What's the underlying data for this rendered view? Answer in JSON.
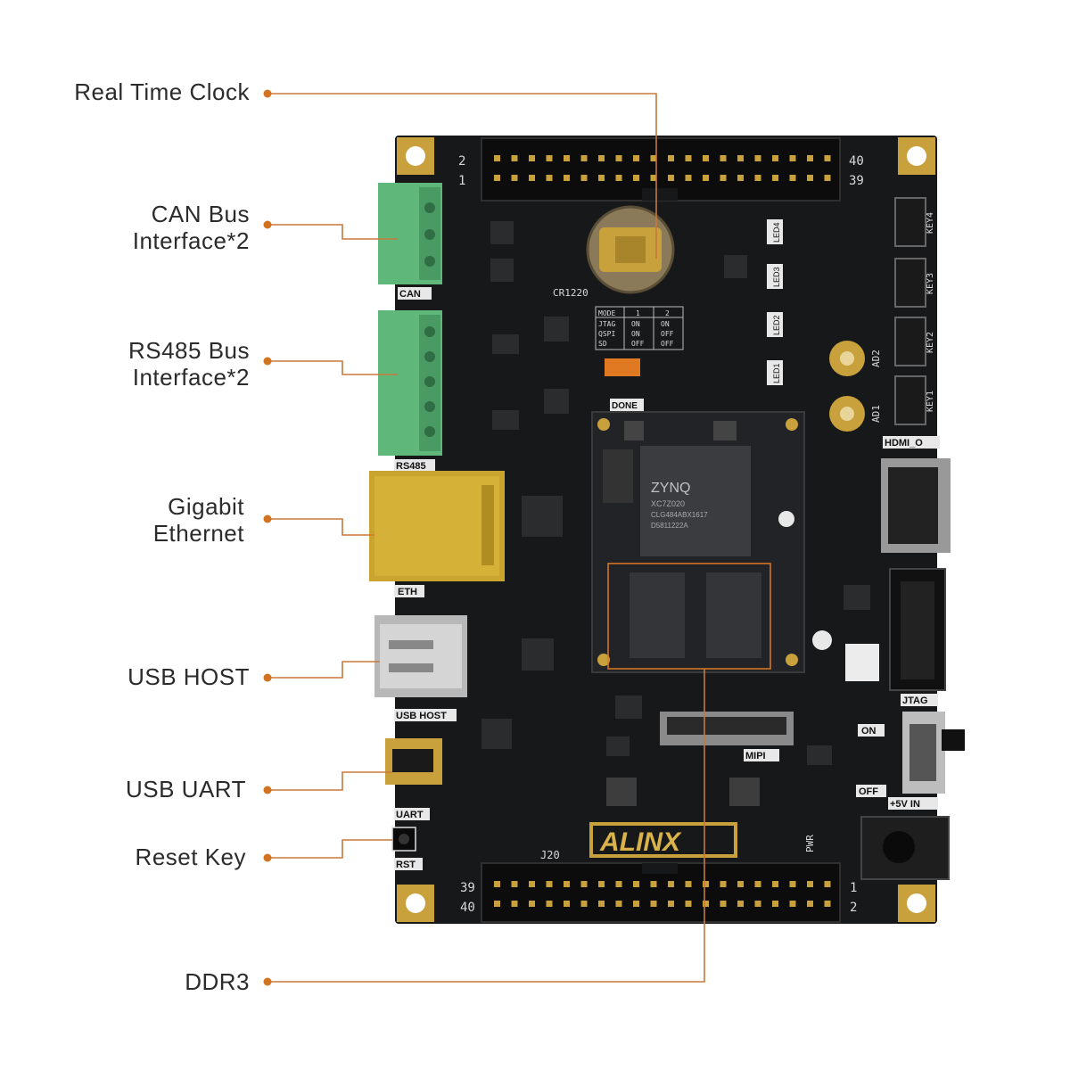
{
  "callouts": [
    {
      "id": "rtc",
      "label": "Real Time Clock"
    },
    {
      "id": "can",
      "label": "CAN Bus\nInterface*2"
    },
    {
      "id": "rs485",
      "label": "RS485 Bus\nInterface*2"
    },
    {
      "id": "eth",
      "label": "Gigabit\nEthernet"
    },
    {
      "id": "usbhost",
      "label": "USB HOST"
    },
    {
      "id": "usbuart",
      "label": "USB UART"
    },
    {
      "id": "reset",
      "label": "Reset Key"
    },
    {
      "id": "ddr3",
      "label": "DDR3"
    }
  ],
  "board": {
    "brand": "ALINX",
    "fpga_marking": [
      "ZYNQ",
      "XC7Z020",
      "CLG484ABX1617",
      "D5811222A"
    ],
    "silkscreen": {
      "can": "CAN",
      "rs485": "RS485",
      "eth": "ETH",
      "usb_host": "USB HOST",
      "uart": "UART",
      "rst": "RST",
      "hdmi": "HDMI_O",
      "jtag": "JTAG",
      "mipi": "MIPI",
      "pwr": "PWR",
      "power_in": "+5V IN",
      "on": "ON",
      "off": "OFF",
      "done": "DONE",
      "cr1220": "CR1220",
      "j20": "J20",
      "pin_2": "2",
      "pin_1": "1",
      "pin_40": "40",
      "pin_39": "39",
      "key1": "KEY1",
      "key2": "KEY2",
      "key3": "KEY3",
      "key4": "KEY4",
      "led1": "LED1",
      "led2": "LED2",
      "led3": "LED3",
      "led4": "LED4",
      "ad1": "AD1",
      "ad2": "AD2"
    },
    "boot_table": {
      "header": [
        "MODE",
        "1",
        "2"
      ],
      "rows": [
        [
          "JTAG",
          "ON",
          "ON"
        ],
        [
          "QSPI",
          "ON",
          "OFF"
        ],
        [
          "SD",
          "OFF",
          "OFF"
        ]
      ]
    }
  },
  "colors": {
    "accent": "#d4731f",
    "pcb": "#17181a",
    "gold": "#c9a13c",
    "terminal": "#5fb87a",
    "leader": "#c8783a"
  }
}
